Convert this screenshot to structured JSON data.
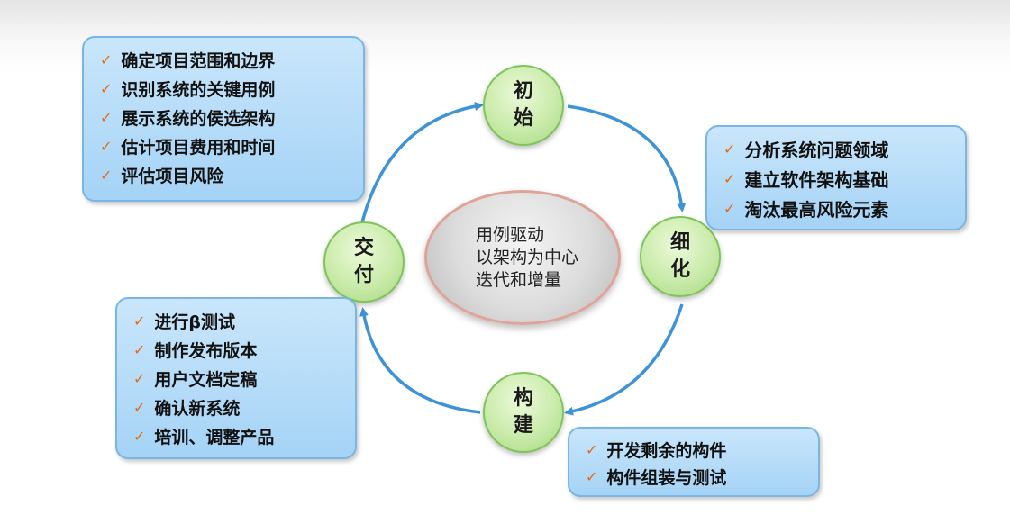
{
  "center": {
    "lines": [
      "用例驱动",
      "以架构为中心",
      "迭代和增量"
    ]
  },
  "phases": {
    "inception": [
      "初",
      "始"
    ],
    "elaboration": [
      "细",
      "化"
    ],
    "construction": [
      "构",
      "建"
    ],
    "transition": [
      "交",
      "付"
    ]
  },
  "boxes": {
    "inception": [
      "确定项目范围和边界",
      "识别系统的关键用例",
      "展示系统的侯选架构",
      "估计项目费用和时间",
      "评估项目风险"
    ],
    "elaboration": [
      "分析系统问题领域",
      "建立软件架构基础",
      "淘汰最高风险元素"
    ],
    "construction": [
      "开发剩余的构件",
      "构件组装与测试"
    ],
    "transition": [
      "进行β测试",
      "制作发布版本",
      "用户文档定稿",
      "确认新系统",
      "培训、调整产品"
    ]
  },
  "colors": {
    "arrow": "#3e92d6",
    "phase_fill": "#c9ebaa",
    "box_fill": "#b5dcf8",
    "check": "#e36b17"
  },
  "icons": {
    "check": "✓"
  }
}
